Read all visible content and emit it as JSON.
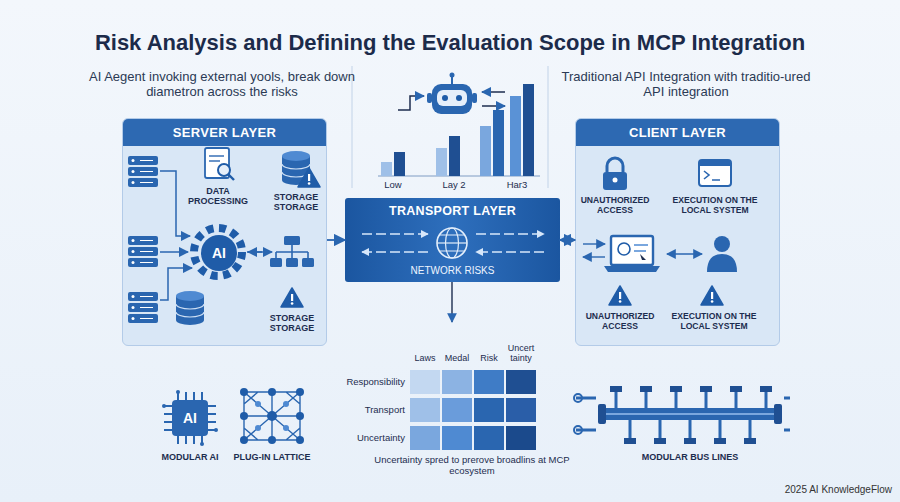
{
  "diagram": {
    "title": "Risk Analysis and Defining the Evaluation Scope in MCP Integration",
    "nodes": [
      {
        "text": [
          "SERVER LAYER"
        ]
      },
      {
        "text": [
          "AI"
        ],
        "in": 0
      },
      {
        "text": [
          "TRANSPORT LAYER",
          "NETWORK RISKS"
        ]
      },
      {
        "text": [
          "CLIENT LAYER"
        ]
      }
    ],
    "edges": [
      {
        "from": 0,
        "to": 2,
        "arrow": "to"
      },
      {
        "from": 2,
        "to": 3,
        "arrow": "both"
      }
    ],
    "labels": [
      "AI Aegent invoking external yools, break down diametron across the risks",
      "Traditional API Integration with traditio-ured API integration",
      "Low",
      "Lay 2",
      "Har3",
      "DATA PROCESSING",
      "STORAGE STORAGE",
      "STORAGE STORAGE",
      "UNAUTHORIZED ACCESS",
      "EXECUTION ON THE LOCAL SYSTEM",
      "UNAUTHORIZED ACCESS",
      "EXECUTION ON THE LOCAL SYSTEM",
      "Laws",
      "Medal",
      "Risk",
      "Uncert tainty",
      "Responsibility",
      "Transport",
      "Uncertainty",
      "Uncertainty spred to prerove broadlins at MCP ecosystem",
      "MODULAR AI",
      "PLUG-IN LATTICE",
      "MODULAR BUS LINES",
      "AI",
      "2025 AI KnowledgeFlow"
    ]
  }
}
